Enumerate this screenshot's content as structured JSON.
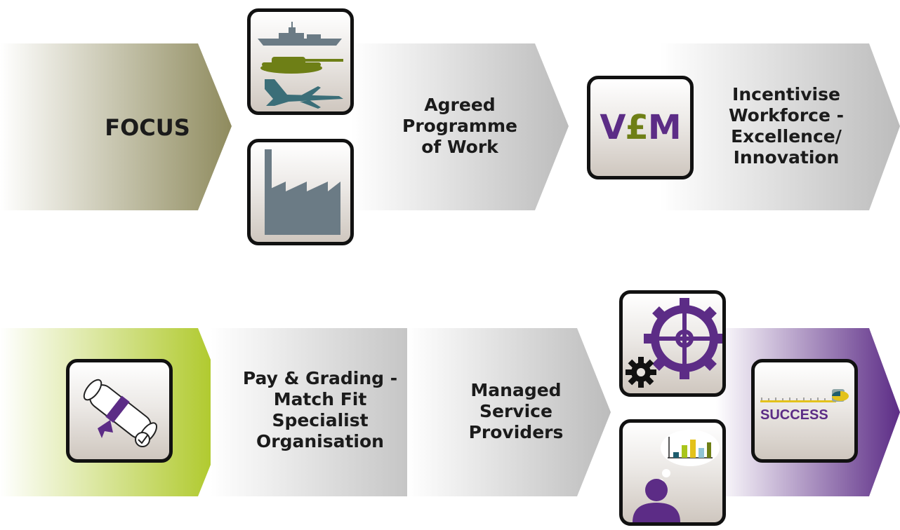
{
  "row1": {
    "focus": "FOCUS",
    "agreed": "Agreed\nProgramme\nof Work",
    "incentivise": "Incentivise\nWorkforce -\nExcellence/\nInnovation",
    "vfm": {
      "v": "V",
      "pound": "£",
      "m": "M"
    }
  },
  "row2": {
    "pay": "Pay & Grading -\nMatch Fit\nSpecialist\nOrganisation",
    "managed": "Managed\nService\nProviders",
    "success": "SUCCESS"
  },
  "colors": {
    "olive": "#8f8b5e",
    "lime": "#a9c51b",
    "purple": "#5c2c86",
    "gray": "#c8c8c8",
    "vfm_green": "#6e7f16",
    "icon_gray": "#6b7b85"
  },
  "icons": [
    "ship-tank-jet-icon",
    "factory-icon",
    "vfm-icon",
    "certificate-icon",
    "gears-icon",
    "thinking-person-icon",
    "success-icon"
  ]
}
